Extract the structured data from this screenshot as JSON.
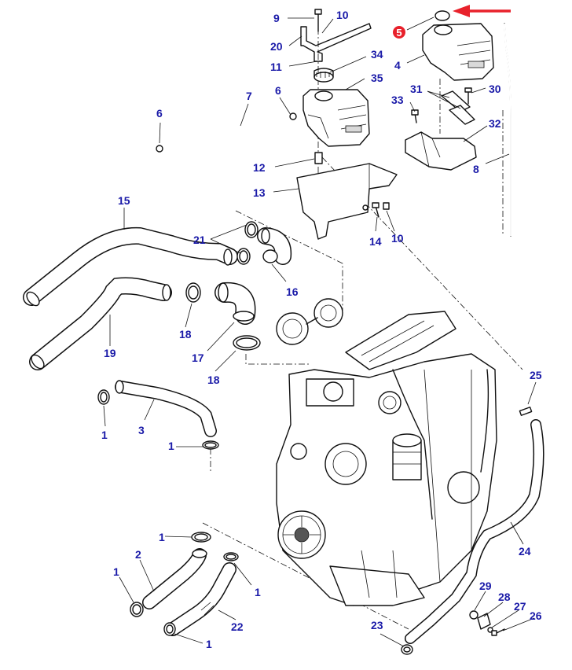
{
  "highlight": {
    "label": "5",
    "color": "#e8212b"
  },
  "callouts": {
    "c9": "9",
    "c10a": "10",
    "c20": "20",
    "c11": "11",
    "c34": "34",
    "c35": "35",
    "c4": "4",
    "c7": "7",
    "c6a": "6",
    "c6b": "6",
    "c31": "31",
    "c30": "30",
    "c33": "33",
    "c32": "32",
    "c12": "12",
    "c8": "8",
    "c13": "13",
    "c15": "15",
    "c21": "21",
    "c14": "14",
    "c10b": "10",
    "c16": "16",
    "c19": "19",
    "c18a": "18",
    "c17": "17",
    "c18b": "18",
    "c25": "25",
    "c3": "3",
    "c1a": "1",
    "c1b": "1",
    "c1c": "1",
    "c2": "2",
    "c1d": "1",
    "c1e": "1",
    "c22": "22",
    "c1f": "1",
    "c24": "24",
    "c29": "29",
    "c28": "28",
    "c27": "27",
    "c26": "26",
    "c23": "23"
  },
  "colors": {
    "callout": "#1a1aa8",
    "arrow": "#e8212b",
    "line": "#111111"
  }
}
